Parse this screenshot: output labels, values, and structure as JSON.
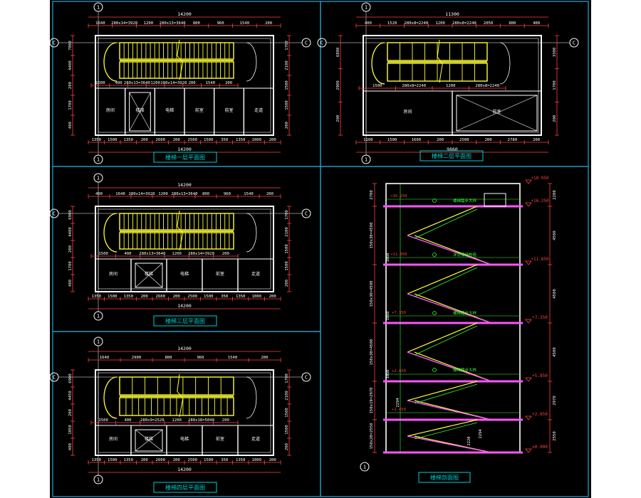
{
  "colors": {
    "background": "#000000",
    "frame": "#2aa7d8",
    "wall": "#ffffff",
    "stair": "#ffff33",
    "dimension": "#ff4040",
    "floor_pink": "#ff55ff",
    "green": "#33ff33",
    "title_box": "#00d0d0"
  },
  "plan1": {
    "axis_top": "1",
    "axis_bottom": "1",
    "axis_left": "C",
    "overall": "14200",
    "top_dims": [
      "1640",
      "280x14=3920",
      "1200",
      "280x13=3640",
      "800",
      "960",
      "1540",
      "200"
    ],
    "left_dims": [
      "7800",
      "4400",
      "200",
      "1700",
      "400"
    ],
    "right_dims": [
      "1700",
      "2100",
      "1500",
      "1500",
      "200"
    ],
    "mid_dims": [
      "1500",
      "400",
      "280x13=3640",
      "1200",
      "280x14=3920",
      "200",
      "1540",
      "200"
    ],
    "bottom_dims": [
      "1350",
      "1500",
      "1350",
      "200",
      "2600",
      "200",
      "2500",
      "1500",
      "350",
      "1350",
      "1000",
      "200"
    ],
    "bottom_overall": "14200",
    "room_labels": [
      "房间",
      "楼梯",
      "电梯",
      "前室",
      "前室",
      "走道"
    ],
    "title": "楼梯一层平面图"
  },
  "plan2": {
    "axis_top": "1",
    "axis_bottom": "1",
    "axis_left": "C",
    "overall": "11300",
    "top_dims": [
      "400",
      "1520",
      "280x8=2240",
      "1200",
      "280x8=2240",
      "2050",
      "800",
      "400"
    ],
    "left_dims": [
      "6800",
      "2900",
      "200"
    ],
    "right_dims": [
      "3300",
      "1700",
      "200"
    ],
    "mid_dims": [
      "1500",
      "280x8=2240",
      "1200",
      "280x8=2240"
    ],
    "bottom_dims": [
      "1100",
      "1500",
      "1600",
      "200",
      "2500",
      "200",
      "2780",
      "200"
    ],
    "bottom_overall": "9860",
    "room_labels": [
      "房间",
      "前室"
    ],
    "title": "楼梯二层平面图"
  },
  "plan3": {
    "axis_top": "1",
    "axis_bottom": "1",
    "axis_left": "C",
    "overall": "14200",
    "top_dims": [
      "400",
      "1640",
      "280x14=3920",
      "1200",
      "280x13=3640",
      "800",
      "960",
      "1540",
      "200"
    ],
    "left_dims": [
      "6900",
      "4400",
      "200",
      "1700",
      "400"
    ],
    "right_dims": [
      "1700",
      "2100",
      "1500",
      "1500",
      "200"
    ],
    "mid_dims": [
      "1500",
      "400",
      "280x13=3640",
      "1200",
      "280x14=3920",
      "200"
    ],
    "bottom_dims": [
      "1350",
      "1500",
      "1350",
      "200",
      "2600",
      "200",
      "2500",
      "1500",
      "350",
      "1350",
      "1000",
      "200"
    ],
    "bottom_overall": "14200",
    "room_labels": [
      "房间",
      "楼梯",
      "电梯",
      "前室",
      "走道"
    ],
    "title": "楼梯三层平面图"
  },
  "plan4": {
    "axis_top": "1",
    "axis_bottom": "1",
    "axis_left": "C",
    "overall": "14200",
    "top_dims": [
      "1640",
      "2900",
      "800",
      "960",
      "1540",
      "200"
    ],
    "left_dims": [
      "6900",
      "4450",
      "200",
      "1850",
      "400"
    ],
    "right_dims": [
      "1700",
      "2100",
      "1500",
      "1500",
      "200"
    ],
    "mid_dims": [
      "1500",
      "400",
      "280x9=2520",
      "1200",
      "280x18=5040",
      "200"
    ],
    "bottom_dims": [
      "1350",
      "1500",
      "1350",
      "200",
      "2600",
      "200",
      "2500",
      "1500",
      "350",
      "1350",
      "1000",
      "200"
    ],
    "bottom_overall": "14200",
    "room_labels": [
      "房间",
      "楼梯",
      "电梯",
      "前室",
      "走道"
    ],
    "title": "楼梯四层平面图"
  },
  "section": {
    "axis_bottom": "1",
    "left_dims": [
      "2700",
      "150x30=4500",
      "150x30=4500",
      "150x30=4500",
      "150x19=2970",
      "150x20=2550"
    ],
    "right_dims": [
      "2200",
      "4500",
      "4500",
      "4500",
      "2970",
      "2550"
    ],
    "levels": [
      "+18.050",
      "+16.250",
      "+11.850",
      "+7.350",
      "+5.850",
      "+2.850",
      "±0.000"
    ],
    "left_levels": [
      "+16.250",
      "+11.850",
      "+7.350",
      "+2.850",
      "+1.450"
    ],
    "notes": [
      "楼梯踏步大样",
      "详见楼梯构造",
      "楼梯踏步大样",
      "楼梯踏步大样"
    ],
    "inner_dims": [
      "1050",
      "1050",
      "1050",
      "2294",
      "2294",
      "2220"
    ],
    "title": "楼梯剖面图"
  }
}
